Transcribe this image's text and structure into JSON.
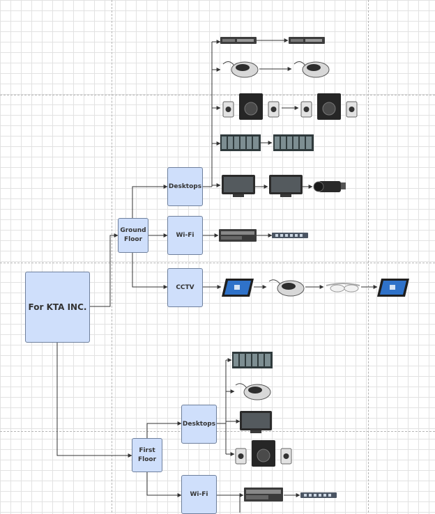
{
  "colors": {
    "node_fill": "#cfdffb",
    "node_border": "#6d7f9c",
    "connector": "#333333",
    "grid": "#e2e2e2"
  },
  "nodes": {
    "root": "For KTA INC.",
    "ground_floor": "Ground\nFloor",
    "gf_desktops": "Desktops",
    "gf_wifi": "Wi-Fi",
    "gf_cctv": "CCTV",
    "first_floor": "First\nFloor",
    "ff_desktops": "Desktops",
    "ff_wifi": "Wi-Fi"
  },
  "device_icons": {
    "gf_desktops_rows": [
      [
        "server-rack-icon",
        "server-rack-icon"
      ],
      [
        "mouse-icon",
        "mouse-icon"
      ],
      [
        "speakers-icon",
        "speakers-icon"
      ],
      [
        "server-cluster-icon",
        "server-cluster-icon"
      ],
      [
        "monitor-icon",
        "monitor-icon",
        "camcorder-icon"
      ]
    ],
    "gf_wifi_row": [
      "server-rack-icon",
      "network-switch-icon"
    ],
    "gf_cctv_row": [
      "tablet-icon",
      "mouse-icon",
      "smart-glasses-icon",
      "tablet-icon"
    ],
    "ff_desktops_rows": [
      "server-cluster-icon",
      "mouse-icon",
      "monitor-icon",
      "speakers-icon"
    ],
    "ff_wifi_row": [
      "server-rack-icon",
      "network-switch-icon"
    ]
  }
}
